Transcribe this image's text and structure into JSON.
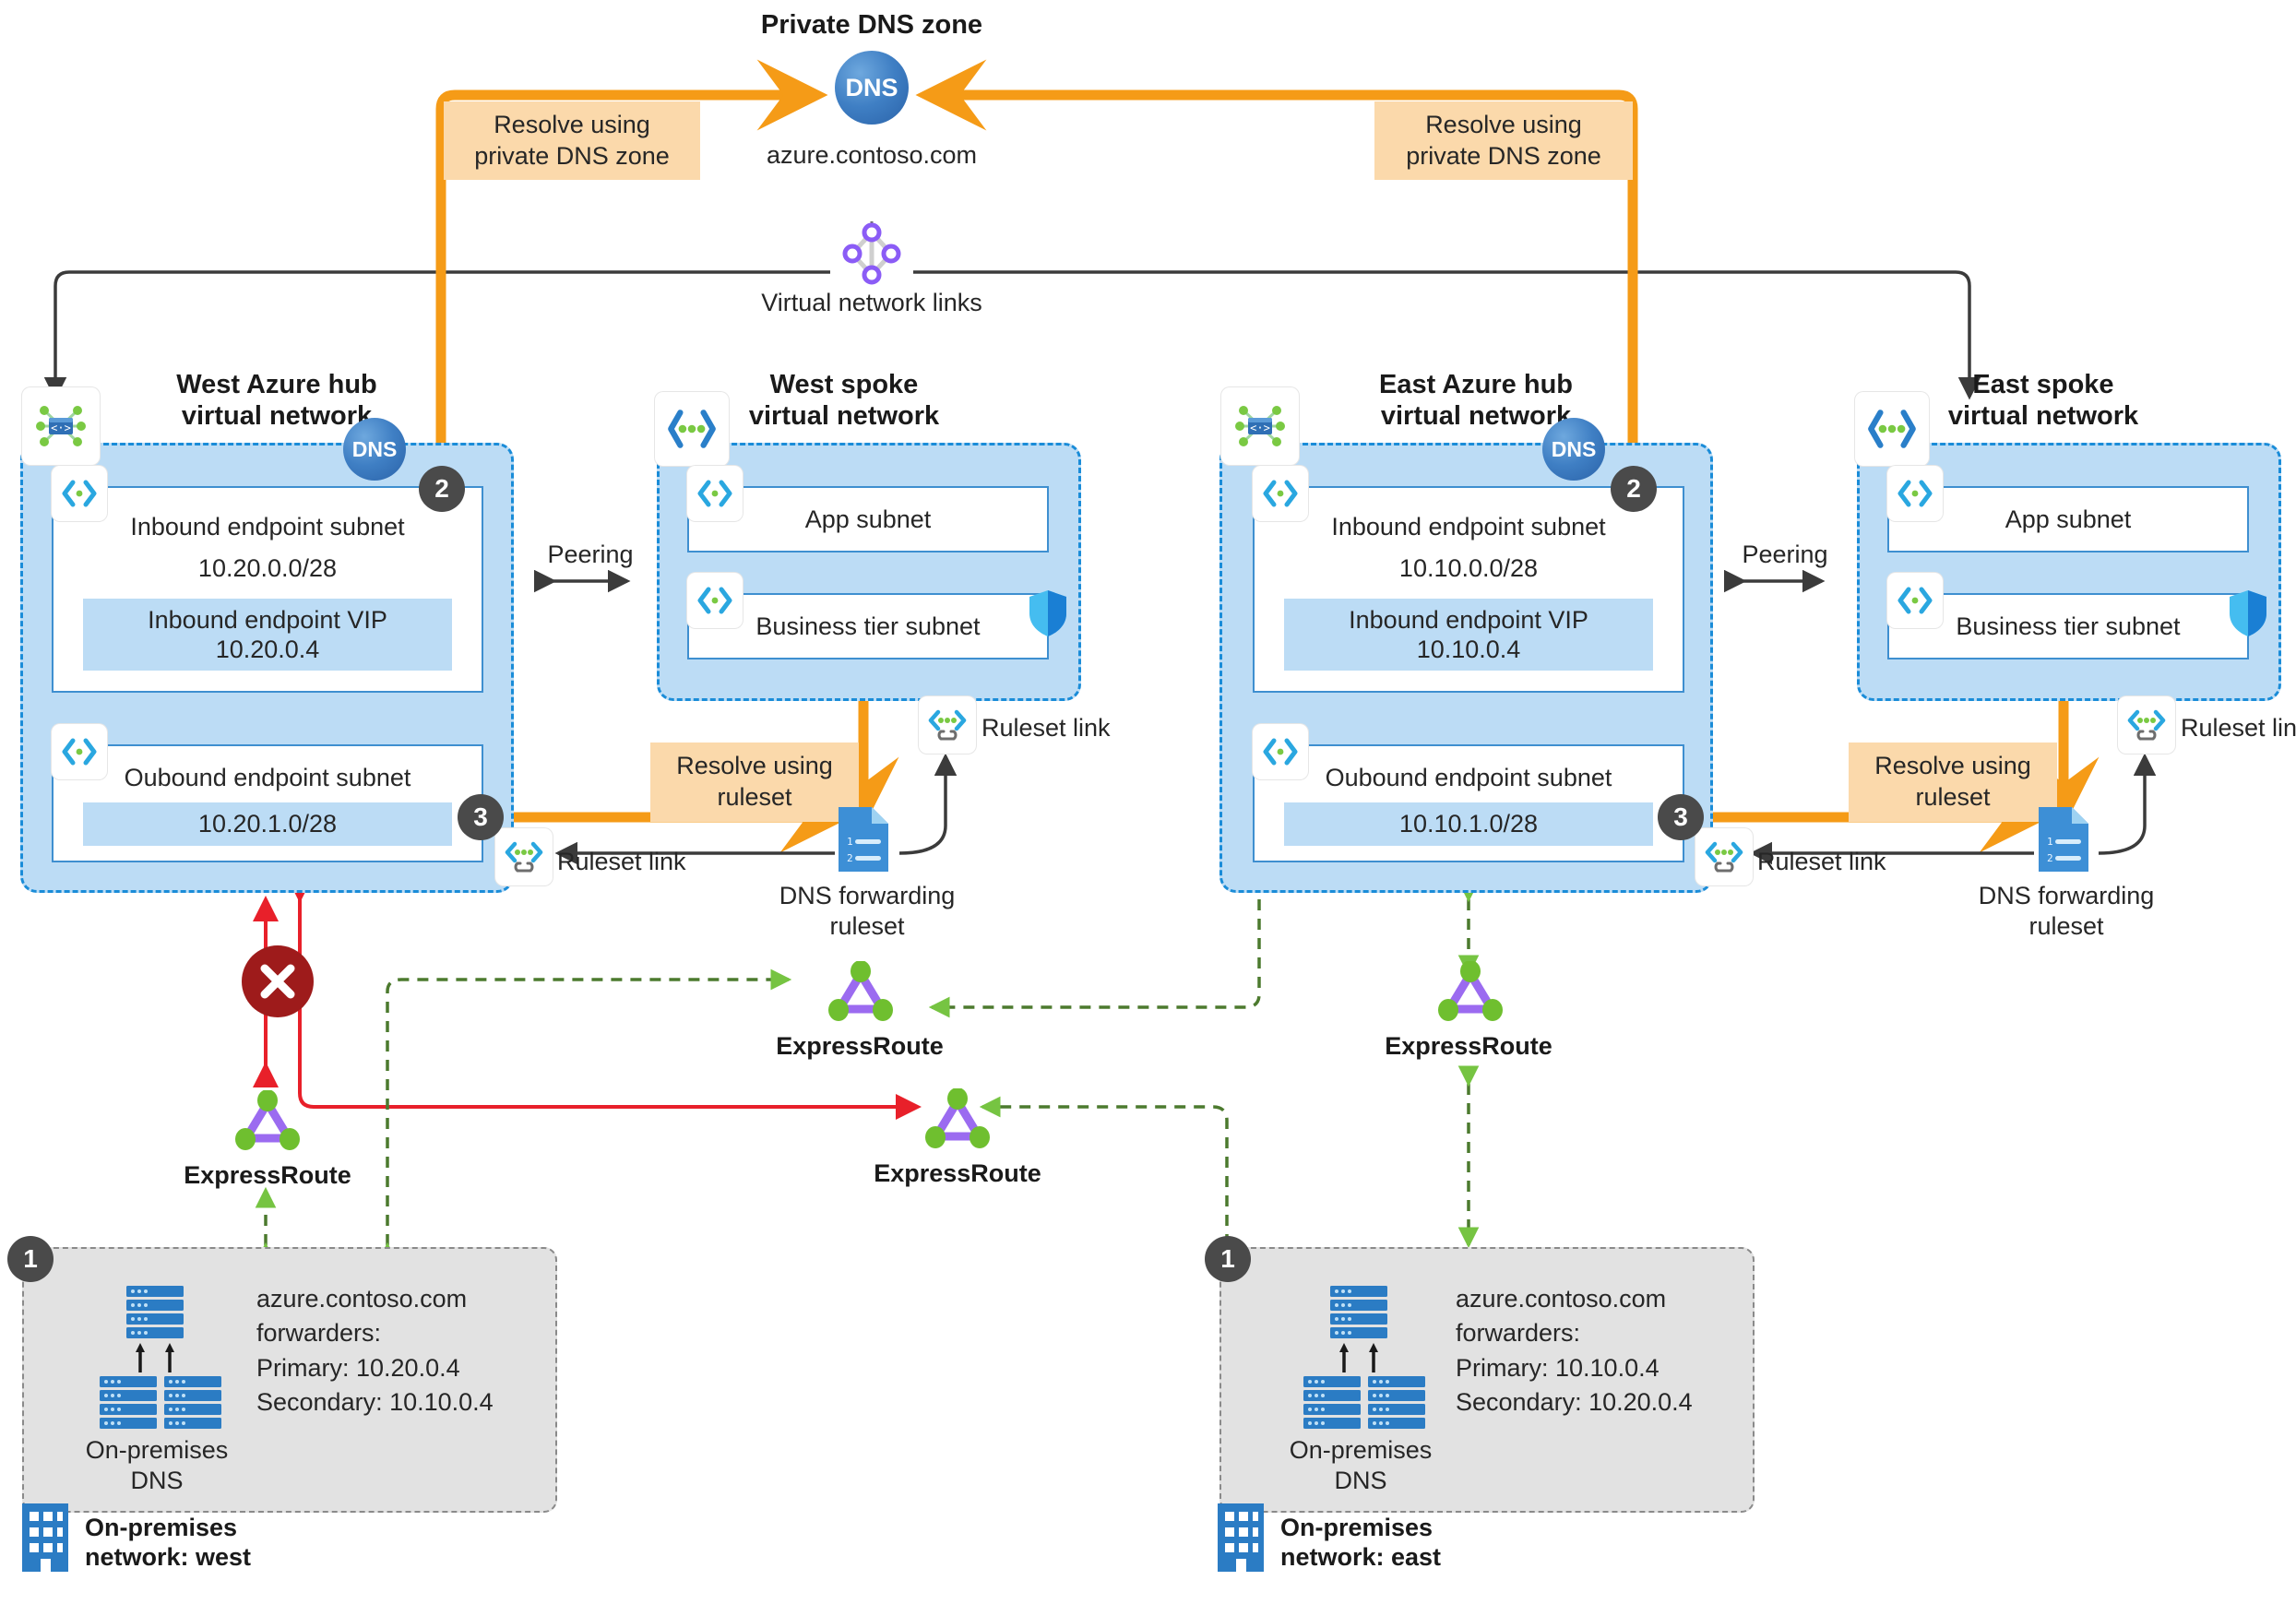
{
  "diagram": {
    "title": "Private DNS zone",
    "dns_zone": {
      "icon_label": "DNS",
      "name": "azure.contoso.com"
    },
    "vnet_links_label": "Virtual network links",
    "callouts": {
      "resolve_private_dns_west": "Resolve using\nprivate DNS zone",
      "resolve_private_dns_east": "Resolve using\nprivate DNS zone",
      "resolve_ruleset_west": "Resolve using\nruleset",
      "resolve_ruleset_east": "Resolve using\nruleset"
    },
    "badges": {
      "one": "1",
      "two": "2",
      "three": "3"
    },
    "peering_label_west": "Peering",
    "peering_label_east": "Peering",
    "expressroute_label": "ExpressRoute",
    "ruleset_link_label": "Ruleset link",
    "dns_forwarding_ruleset_label": "DNS forwarding\nruleset"
  },
  "west_hub": {
    "title": "West Azure hub\nvirtual network",
    "dns_badge": "DNS",
    "inbound": {
      "name": "Inbound endpoint subnet",
      "cidr": "10.20.0.0/28",
      "vip": "Inbound endpoint VIP\n10.20.0.4"
    },
    "outbound": {
      "name": "Oubound endpoint subnet",
      "cidr": "10.20.1.0/28"
    }
  },
  "east_hub": {
    "title": "East Azure hub\nvirtual network",
    "dns_badge": "DNS",
    "inbound": {
      "name": "Inbound endpoint subnet",
      "cidr": "10.10.0.0/28",
      "vip": "Inbound endpoint VIP\n10.10.0.4"
    },
    "outbound": {
      "name": "Oubound endpoint subnet",
      "cidr": "10.10.1.0/28"
    }
  },
  "west_spoke": {
    "title": "West spoke\nvirtual network",
    "app_subnet": "App subnet",
    "business_subnet": "Business tier subnet"
  },
  "east_spoke": {
    "title": "East spoke\nvirtual network",
    "app_subnet": "App subnet",
    "business_subnet": "Business tier subnet"
  },
  "onprem_west": {
    "badge": "1",
    "dns_label": "On-premises\nDNS",
    "forwarders": "azure.contoso.com\nforwarders:\nPrimary: 10.20.0.4\nSecondary: 10.10.0.4",
    "network_label": "On-premises\nnetwork: west"
  },
  "onprem_east": {
    "badge": "1",
    "dns_label": "On-premises\nDNS",
    "forwarders": "azure.contoso.com\nforwarders:\nPrimary: 10.10.0.4\nSecondary: 10.20.0.4",
    "network_label": "On-premises\nnetwork: east"
  },
  "expressroutes": [
    {
      "label": "ExpressRoute"
    },
    {
      "label": "ExpressRoute"
    },
    {
      "label": "ExpressRoute"
    },
    {
      "label": "ExpressRoute"
    }
  ],
  "colors": {
    "orange": "#F59B17",
    "green_dashed": "#6DBE45",
    "red": "#E8202A",
    "dark_red": "#9E1B1B",
    "azure_blue": "#1A8CD8",
    "vnet_fill": "#BCDCF5",
    "callout_fill": "#FBD9AB",
    "badge_gray": "#4A4A4A",
    "onprem_fill": "#E2E2E2"
  }
}
